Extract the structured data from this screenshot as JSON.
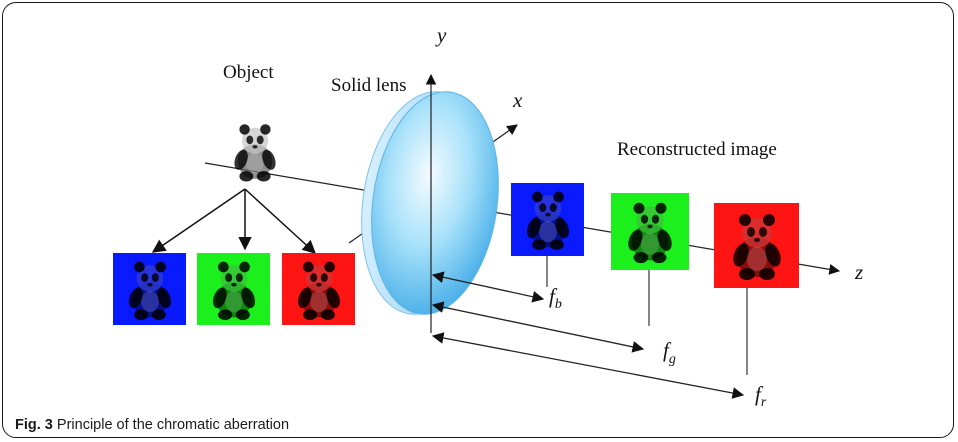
{
  "labels": {
    "object": "Object",
    "solid_lens": "Solid lens",
    "reconstructed_image": "Reconstructed image",
    "axis_x": "x",
    "axis_y": "y",
    "axis_z": "z",
    "f_b_main": "f",
    "f_b_sub": "b",
    "f_g_main": "f",
    "f_g_sub": "g",
    "f_r_main": "f",
    "f_r_sub": "r"
  },
  "caption": {
    "prefix": "Fig. 3",
    "text": " Principle of the chromatic aberration"
  },
  "colors": {
    "blue": "#0a1aff",
    "green": "#1cf01c",
    "red": "#ff1414",
    "lens_light": "#e8f7ff",
    "lens_mid": "#7fd2f5",
    "lens_dark": "#3aa7e6"
  },
  "icons": {
    "object": "panda-figurine",
    "channel_images": "panda-figurine-tinted"
  }
}
